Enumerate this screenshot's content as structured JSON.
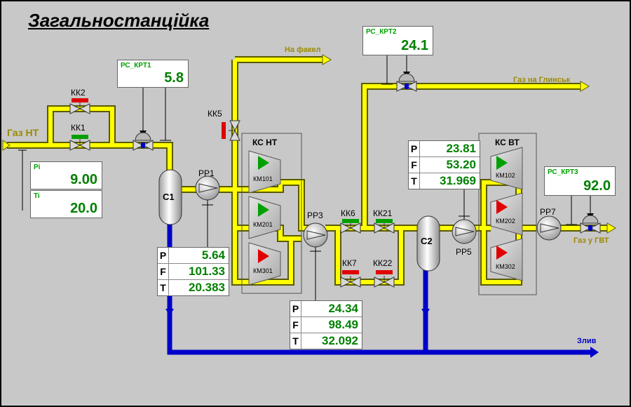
{
  "title": "Загальностанційка",
  "pipes": {
    "gas_nt": "Газ НТ",
    "na_fakel": "На факел",
    "gaz_na_glynsk": "Газ на Глинськ",
    "gaz_u_gvt": "Газ у ГВТ",
    "zlyv": "Злив"
  },
  "valves": {
    "kk1": "КК1",
    "kk2": "КК2",
    "kk5": "КК5",
    "kk6": "КК6",
    "kk7": "КК7",
    "kk21": "КК21",
    "kk22": "КК22"
  },
  "pressure_regs": {
    "pp1": "РР1",
    "pp3": "РР3",
    "pp5": "РР5",
    "pp7": "РР7"
  },
  "separators": {
    "c1": "С1",
    "c2": "С2"
  },
  "compressor_groups": {
    "ks_nt": {
      "label": "КС НТ",
      "units": [
        "КМ101",
        "КМ201",
        "КМ301"
      ]
    },
    "ks_vt": {
      "label": "КС ВТ",
      "units": [
        "КМ102",
        "КМ202",
        "КМ302"
      ]
    }
  },
  "controllers": {
    "rs_krt1": {
      "label": "РС_КРТ1",
      "value": "5.8"
    },
    "rs_krt2": {
      "label": "РС_КРТ2",
      "value": "24.1"
    },
    "rs_krt3": {
      "label": "РС_КРТ3",
      "value": "92.0"
    }
  },
  "inlet": {
    "pi": {
      "label": "Pi",
      "value": "9.00"
    },
    "ti": {
      "label": "Ti",
      "value": "20.0"
    }
  },
  "pft_c1": {
    "P": "5.64",
    "F": "101.33",
    "T": "20.383"
  },
  "pft_pp3": {
    "P": "24.34",
    "F": "98.49",
    "T": "32.092"
  },
  "pft_ksvt": {
    "P": "23.81",
    "F": "53.20",
    "T": "31.969"
  },
  "row_keys": {
    "p": "P",
    "f": "F",
    "t": "T"
  },
  "colors": {
    "background": "#c8c8c8",
    "gas_pipe": "#ffff00",
    "drain_pipe": "#0000cc",
    "value_green": "#008000",
    "valve_open": "#00a000",
    "valve_closed": "#e00000"
  },
  "compressor_status": {
    "КМ101": "running",
    "КМ201": "running",
    "КМ301": "stopped",
    "КМ102": "running",
    "КМ202": "stopped",
    "КМ302": "stopped"
  }
}
